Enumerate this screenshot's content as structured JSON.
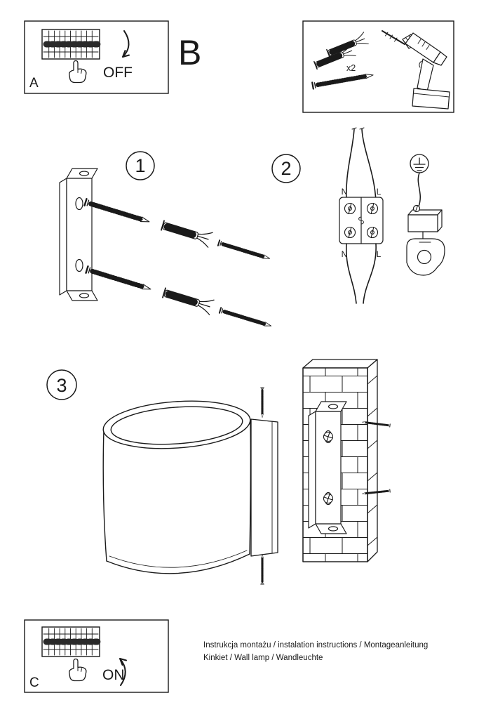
{
  "panel_a": {
    "letter": "A",
    "switch_label": "OFF"
  },
  "panel_b": {
    "letter": "B"
  },
  "panel_c": {
    "letter": "C",
    "switch_label": "ON"
  },
  "tools": {
    "anchor_quantity": "x2"
  },
  "steps": {
    "one": "1",
    "two": "2",
    "three": "3"
  },
  "wiring": {
    "top_left": "N",
    "top_right": "L",
    "bottom_left": "N",
    "bottom_right": "L"
  },
  "footer": {
    "line1": "Instrukcja montażu / instalation instructions / Montageanleitung",
    "line2": "Kinkiet / Wall lamp / Wandleuchte"
  },
  "icons": {
    "hand": "pointing-hand",
    "panel_a_arrow": "curved-arrow-down",
    "panel_c_arrow": "curved-arrow-up",
    "ground": "protective-earth-symbol",
    "drill": "power-drill",
    "anchor": "wall-plug",
    "screw": "screw"
  },
  "colors": {
    "ink": "#1a1a1a",
    "paper": "#ffffff"
  }
}
